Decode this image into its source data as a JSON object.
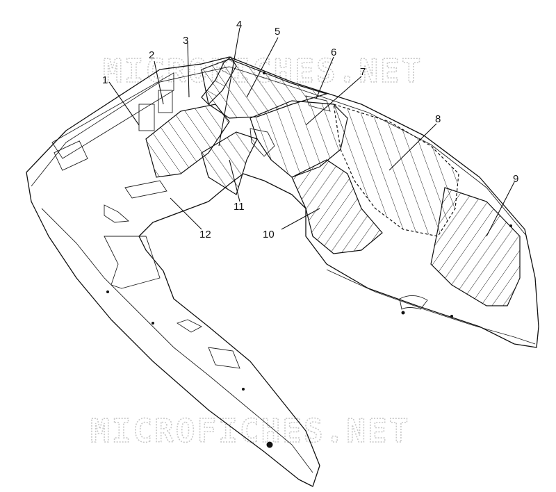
{
  "watermark": {
    "text": "MICROFICHES.NET"
  },
  "callouts": [
    "1",
    "2",
    "3",
    "4",
    "5",
    "6",
    "7",
    "8",
    "9",
    "10",
    "11",
    "12"
  ],
  "colors": {
    "line": "#111111",
    "watermark": "#c8c8c8",
    "background": "#ffffff"
  }
}
